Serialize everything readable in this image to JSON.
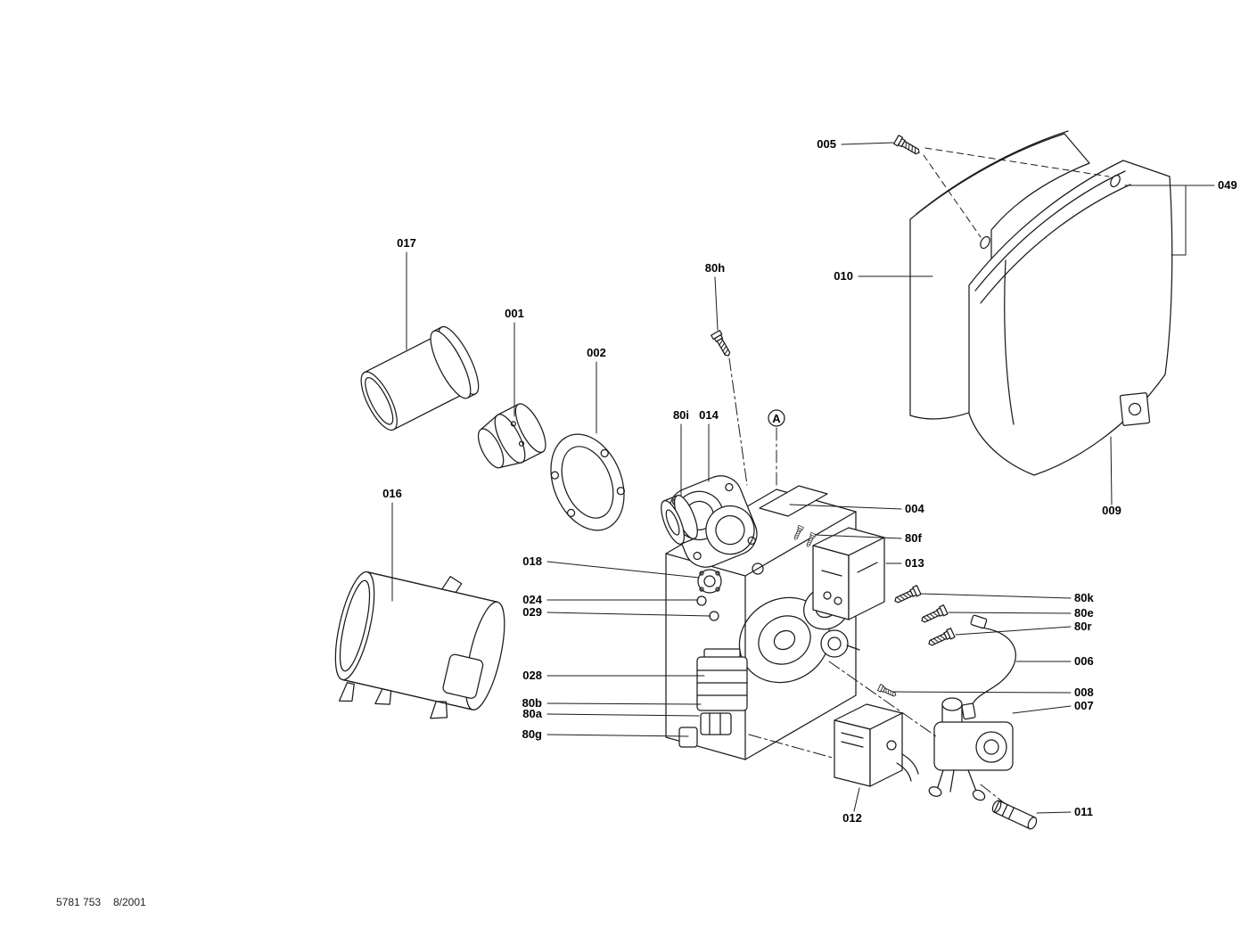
{
  "meta": {
    "background": "#ffffff",
    "line_color": "#1c1c1c",
    "drawing_type": "exploded parts diagram of an oil burner"
  },
  "footer": {
    "doc_number": "5781 753",
    "revision": "8/2001"
  },
  "callouts": {
    "c005": "005",
    "c049": "049",
    "c017": "017",
    "c001": "001",
    "c002": "002",
    "c80h": "80h",
    "c010": "010",
    "c80i": "80i",
    "c014": "014",
    "cA": "A",
    "c016": "016",
    "c004": "004",
    "c80f": "80f",
    "c013": "013",
    "c018": "018",
    "c024": "024",
    "c029": "029",
    "c80k": "80k",
    "c80e": "80e",
    "c80r": "80r",
    "c006": "006",
    "c008": "008",
    "c007": "007",
    "c028": "028",
    "c80b": "80b",
    "c80a": "80a",
    "c80g": "80g",
    "c012": "012",
    "c011": "011",
    "c009": "009"
  }
}
